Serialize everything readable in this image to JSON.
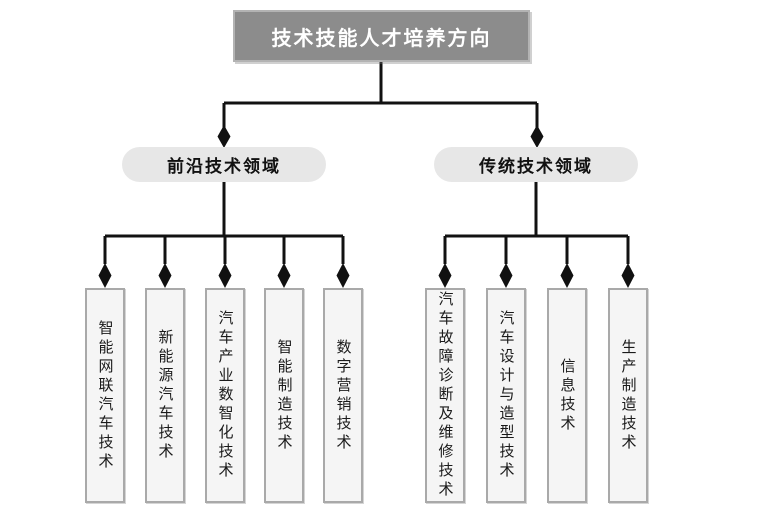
{
  "title": "技术技能人才培养方向",
  "colors": {
    "root_fill": "#8c8c8c",
    "root_border": "#b3b3b3",
    "root_text": "#ffffff",
    "pill_fill": "#e7e7e7",
    "leaf_fill": "#f5f5f5",
    "leaf_border": "#a9a9a9",
    "line": "#111111"
  },
  "branches": [
    {
      "label": "前沿技术领域",
      "children": [
        {
          "label": "智能网联汽车技术"
        },
        {
          "label": "新能源汽车技术"
        },
        {
          "label": "汽车产业数智化技术"
        },
        {
          "label": "智能制造技术"
        },
        {
          "label": "数字营销技术"
        }
      ]
    },
    {
      "label": "传统技术领域",
      "children": [
        {
          "label": "汽车故障诊断及维修技术"
        },
        {
          "label": "汽车设计与造型技术"
        },
        {
          "label": "信息技术"
        },
        {
          "label": "生产制造技术"
        }
      ]
    }
  ]
}
